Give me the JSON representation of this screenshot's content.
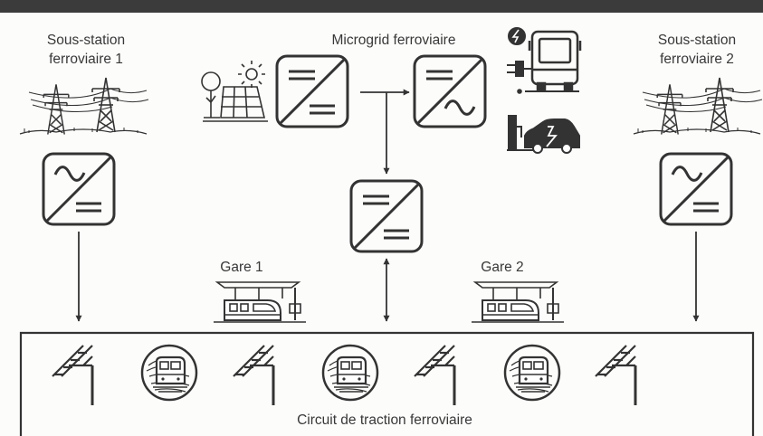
{
  "labels": {
    "substation_1": [
      "Sous-station",
      "ferroviaire 1"
    ],
    "substation_2": [
      "Sous-station",
      "ferroviaire 2"
    ],
    "microgrid": "Microgrid ferroviaire",
    "station_1": "Gare 1",
    "station_2": "Gare 2",
    "traction_circuit": "Circuit de traction ferroviaire"
  },
  "colors": {
    "ink": "#333333",
    "header_bar": "#3b3b3b",
    "background": "#fcfcfb"
  },
  "icons": {
    "substation_pylons": "power-pylon-icon",
    "solar_source": "solar-panel-icon",
    "charger": "ev-charger-icon",
    "bus": "electric-bus-icon",
    "car": "electric-car-icon",
    "catenary": "catenary-mast-icon",
    "train_badge": "train-badge-icon",
    "station": "train-station-icon",
    "converter": "power-converter-icon"
  }
}
